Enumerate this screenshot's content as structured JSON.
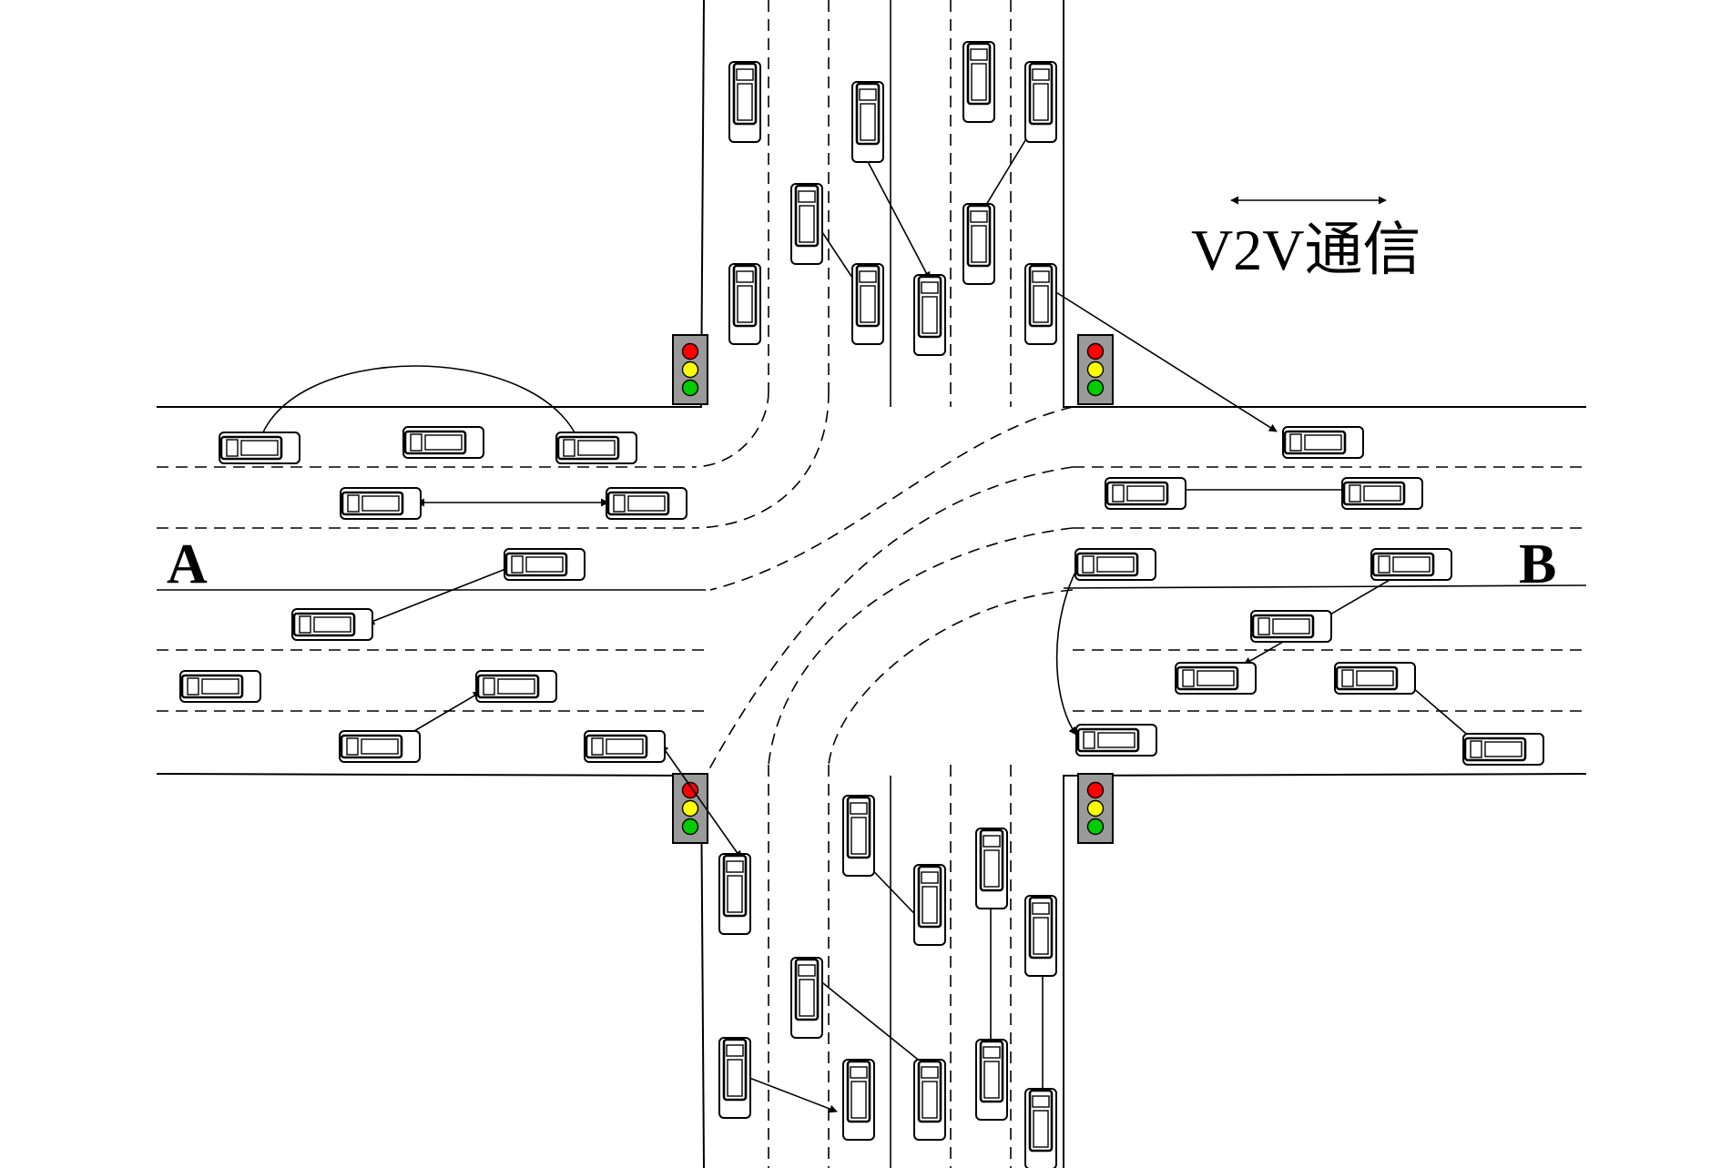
{
  "labels": {
    "point_a": "A",
    "point_b": "B",
    "legend": "V2V通信"
  },
  "colors": {
    "stroke": "#000000",
    "background": "#ffffff",
    "signal_housing": "#9a9a9a",
    "signal_red": "#ff0000",
    "signal_yellow": "#ffff00",
    "signal_green": "#00cc00"
  },
  "icons": {
    "vehicle": "car-icon",
    "signal": "traffic-light-icon",
    "communication": "double-headed-arrow-icon"
  }
}
